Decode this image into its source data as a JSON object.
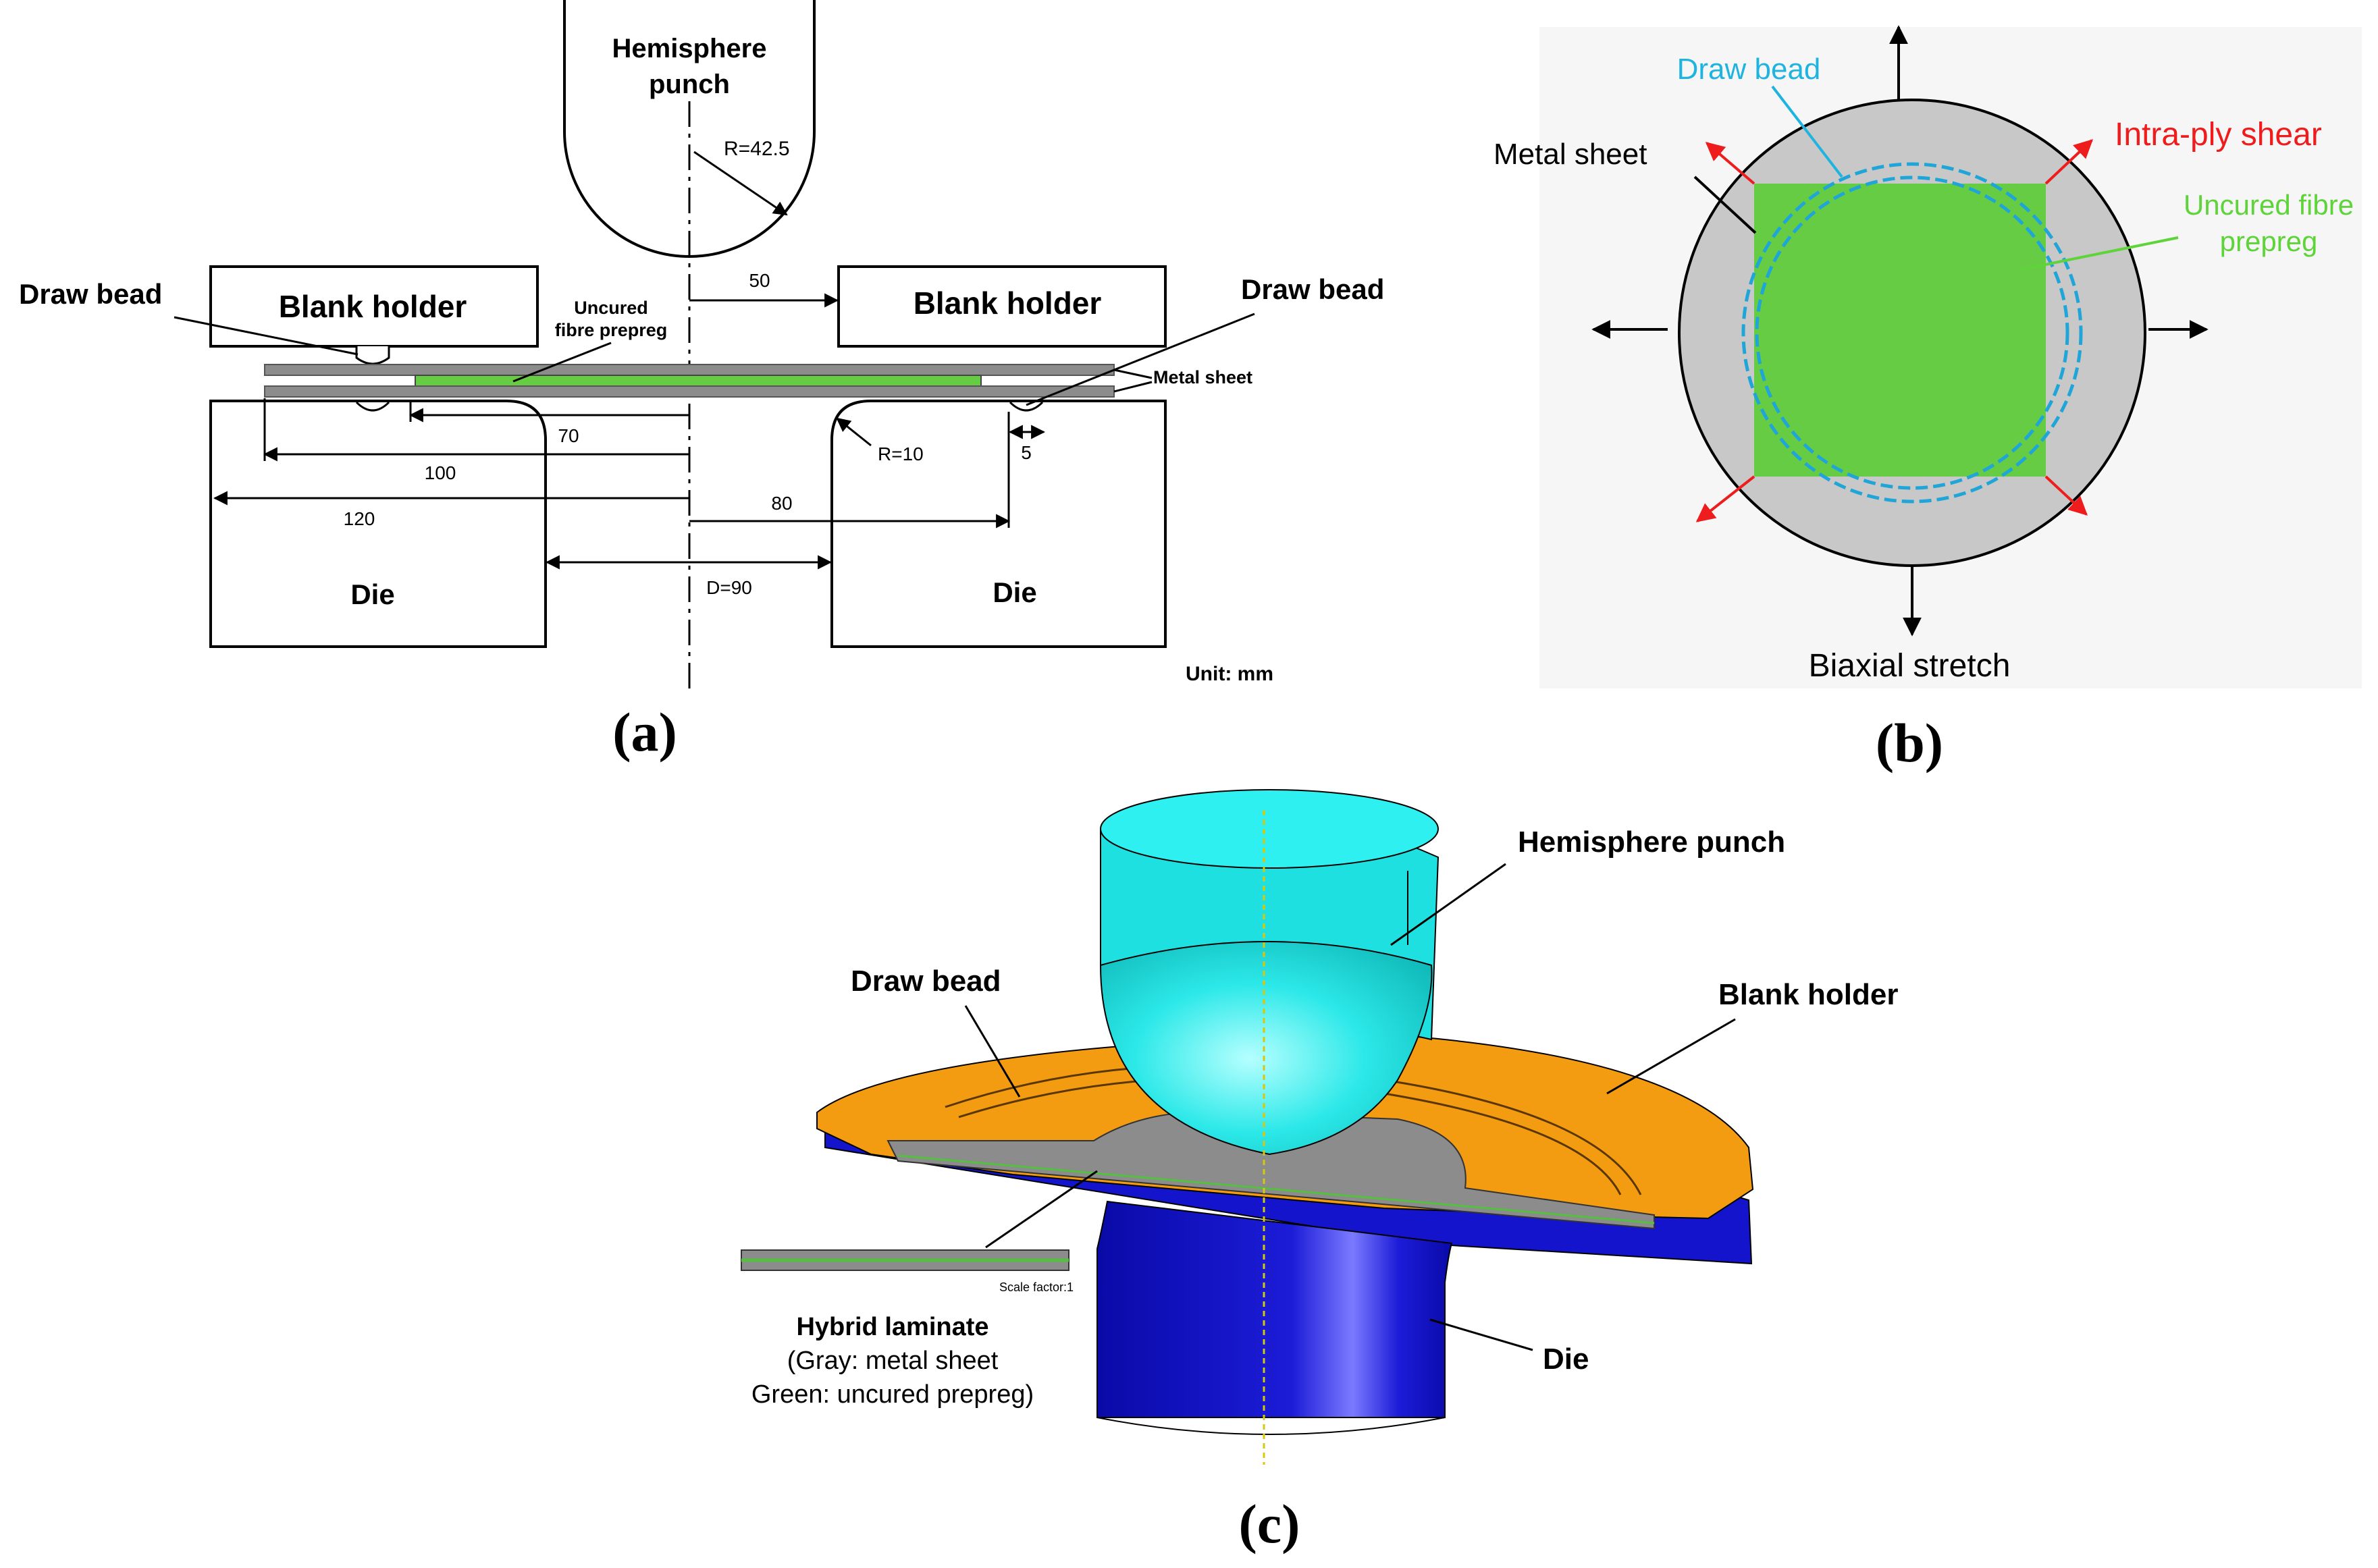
{
  "panel_a": {
    "punch": [
      "Hemisphere",
      "punch"
    ],
    "radius": "R=42.5",
    "blank_holder": "Blank holder",
    "blank_holder_right": "Blank holder",
    "draw_bead_left": "Draw bead",
    "draw_bead_right": "Draw bead",
    "prepreg": [
      "Uncured",
      "fibre prepreg"
    ],
    "metal_sheet": "Metal sheet",
    "dim_50": "50",
    "dim_70": "70",
    "dim_100": "100",
    "dim_120": "120",
    "dim_80": "80",
    "dim_r10": "R=10",
    "dim_5": "5",
    "dim_d90": "D=90",
    "die_left": "Die",
    "die_right": "Die",
    "unit": "Unit: mm",
    "caption": "(a)"
  },
  "panel_b": {
    "draw_bead": "Draw bead",
    "metal_sheet": "Metal sheet",
    "intra_ply_shear": "Intra-ply shear",
    "prepreg": [
      "Uncured fibre",
      "prepreg"
    ],
    "biaxial_stretch": "Biaxial stretch",
    "caption": "(b)"
  },
  "panel_c": {
    "punch": "Hemisphere punch",
    "draw_bead": "Draw bead",
    "blank_holder": "Blank holder",
    "scale_factor": "Scale factor:1",
    "laminate_title": "Hybrid laminate",
    "laminate_gray": "(Gray: metal sheet",
    "laminate_green": "Green: uncured prepreg)",
    "die": "Die",
    "caption": "(c)"
  },
  "colors": {
    "metal_gray": "#8c8c8c",
    "prepreg_green": "#66cc44",
    "draw_bead_blue": "#1fa5d8",
    "shear_red": "#ee1c1c",
    "punch_cyan": "#1ee0e0",
    "holder_orange": "#f39c12",
    "die_blue": "#1414cc"
  }
}
